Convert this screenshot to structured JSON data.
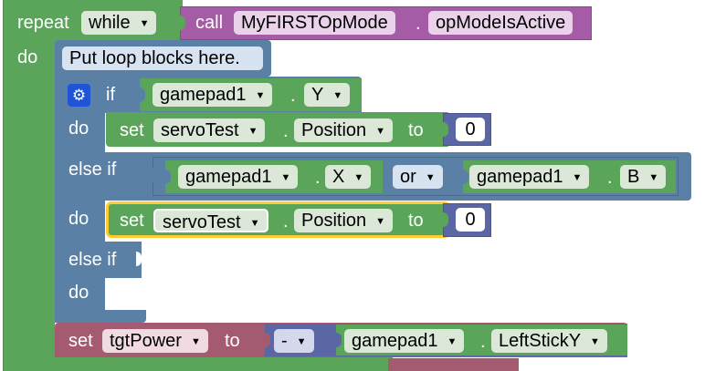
{
  "colors": {
    "loop_green": "#5ba55b",
    "logic_blue": "#5b80a5",
    "procedure_purple": "#a55ba5",
    "variable_pink": "#a55b6f",
    "math_blue": "#5b67a5",
    "selection_yellow": "#fc3"
  },
  "repeat_block": {
    "keyword": "repeat",
    "mode": "while",
    "do_label": "do"
  },
  "call_block": {
    "keyword": "call",
    "object": "MyFIRSTOpMode",
    "separator": ".",
    "method": "opModeIsActive"
  },
  "comment_block": {
    "text": "Put loop blocks here."
  },
  "if_block": {
    "mutator_icon": "gear-icon",
    "if_label": "if",
    "do_label": "do",
    "else_if_label": "else if",
    "condition1": {
      "object": "gamepad1",
      "separator": ".",
      "property": "Y"
    },
    "statement1": {
      "set": "set",
      "device": "servoTest",
      "separator": ".",
      "property": "Position",
      "to": "to",
      "value": "0"
    },
    "condition2": {
      "left": {
        "object": "gamepad1",
        "separator": ".",
        "property": "X"
      },
      "operator": "or",
      "right": {
        "object": "gamepad1",
        "separator": ".",
        "property": "B"
      }
    },
    "statement2": {
      "set": "set",
      "device": "servoTest",
      "separator": ".",
      "property": "Position",
      "to": "to",
      "value": "0"
    }
  },
  "set_tgt_block": {
    "set": "set",
    "variable": "tgtPower",
    "to": "to",
    "operator": "-",
    "operand": {
      "object": "gamepad1",
      "separator": ".",
      "property": "LeftStickY"
    }
  }
}
